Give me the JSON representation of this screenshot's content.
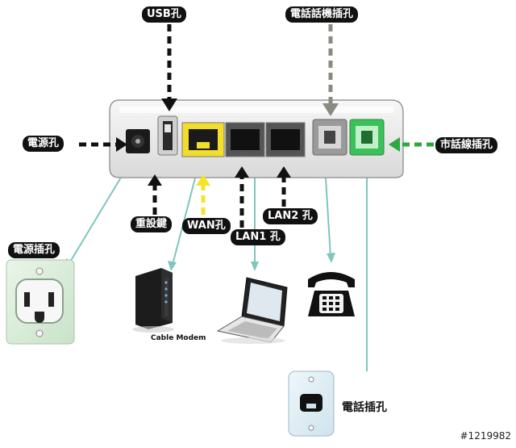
{
  "labels": {
    "usb": "USB孔",
    "phone_port": "電話話機插孔",
    "power_port": "電源孔",
    "line_port": "市話線插孔",
    "reset": "重設鍵",
    "wan": "WAN孔",
    "lan1": "LAN1 孔",
    "lan2": "LAN2 孔",
    "power_outlet": "電源插孔",
    "cable_modem": "Cable Modem",
    "phone_jack": "電話插孔"
  },
  "watermark": "#1219982",
  "colors": {
    "arrow_black": "#111111",
    "arrow_grey": "#8a8a80",
    "arrow_yellow": "#f5e32a",
    "arrow_green": "#2da843",
    "connector_line": "#7fc6bd",
    "wan_port": "#f2dc2c",
    "line_port": "#3cc15a"
  }
}
